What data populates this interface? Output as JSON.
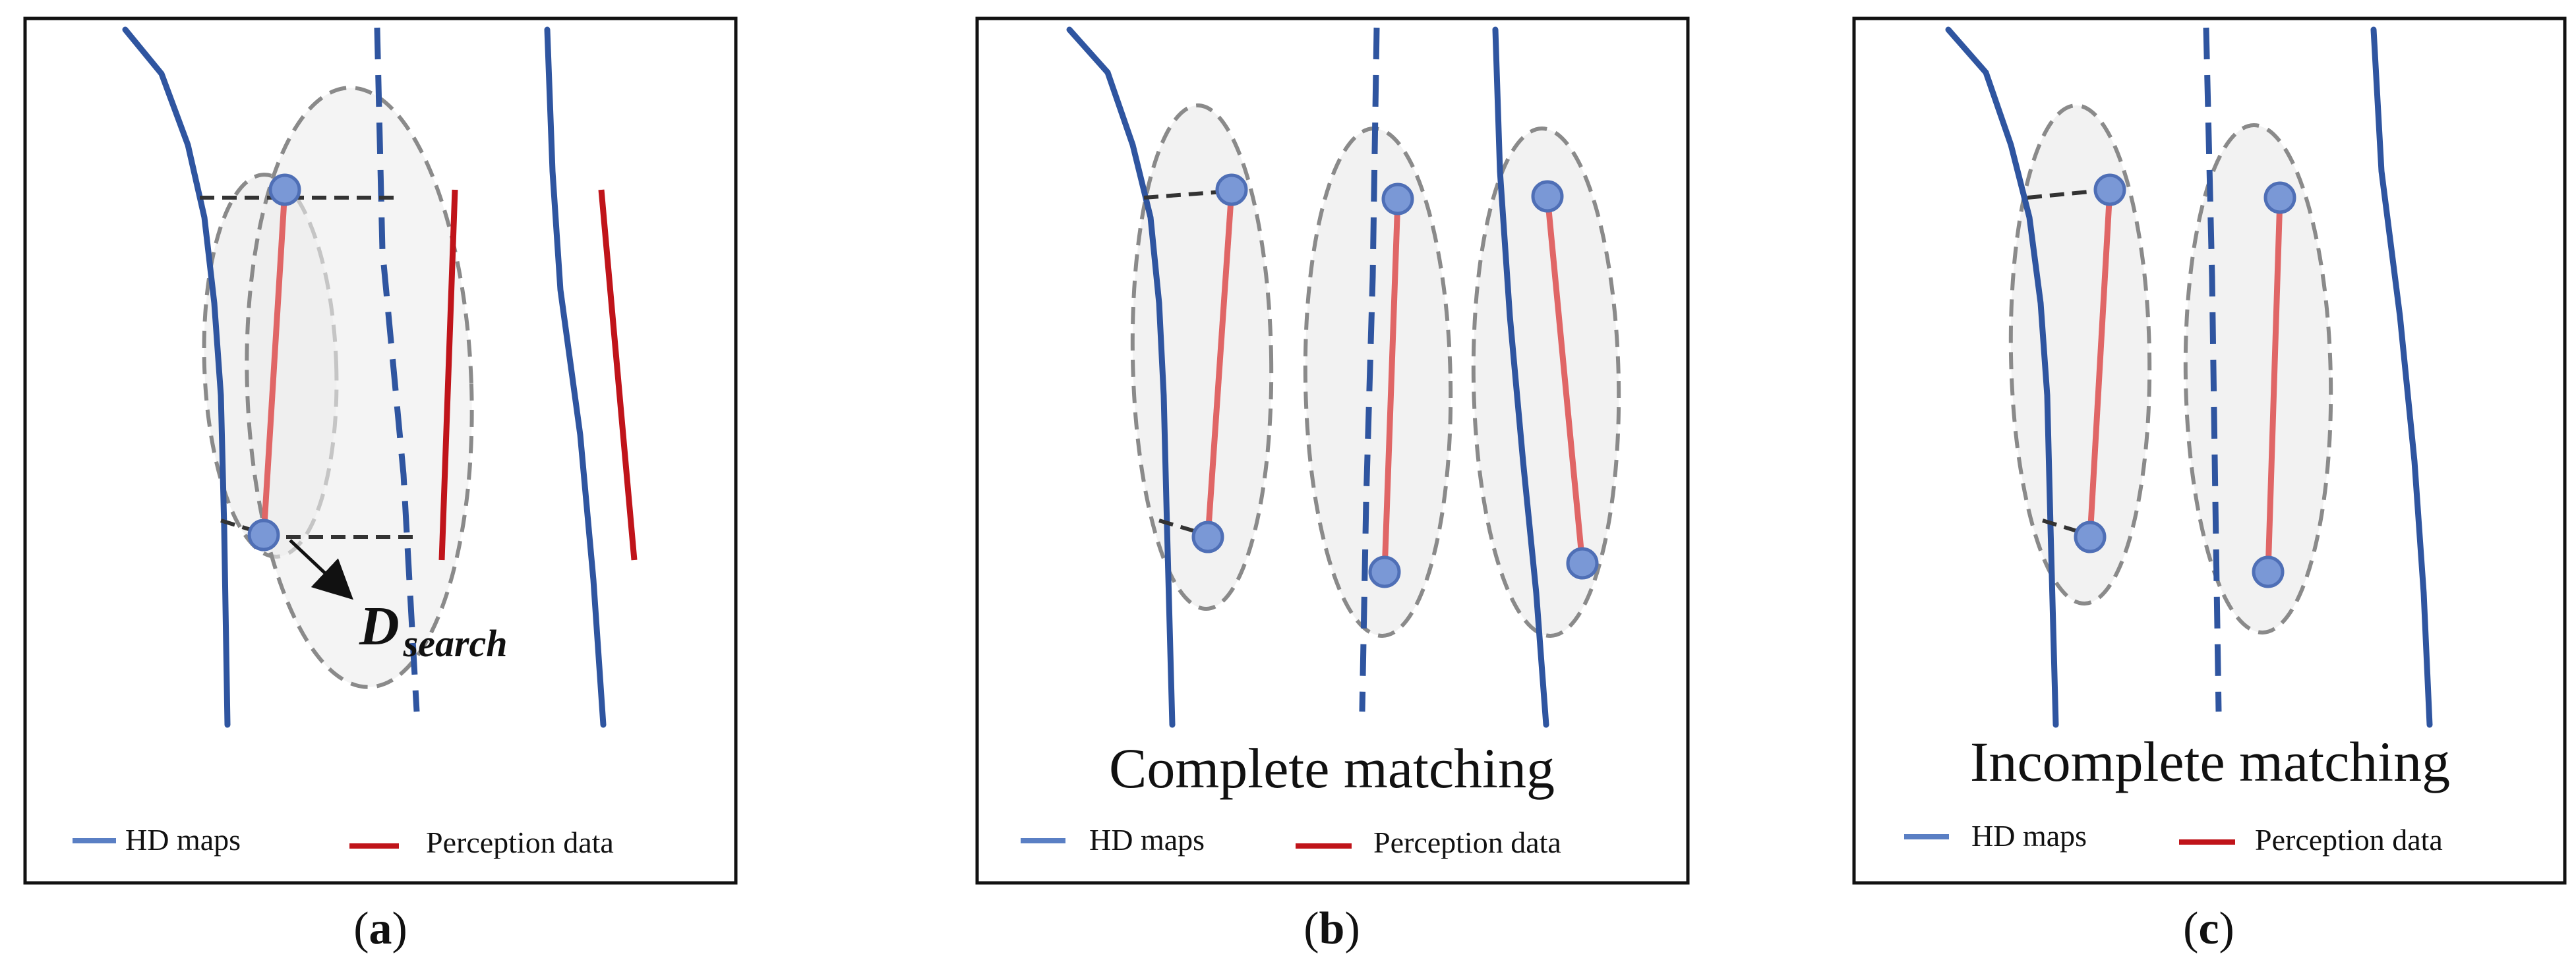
{
  "panels": {
    "a": {
      "label_open": "(",
      "label_letter": "a",
      "label_close": ")",
      "annotation_main": "D",
      "annotation_sub": "search",
      "subtitle": "",
      "legend": {
        "hd": "HD maps",
        "perception": "Perception data"
      }
    },
    "b": {
      "label_open": "(",
      "label_letter": "b",
      "label_close": ")",
      "subtitle": "Complete matching",
      "legend": {
        "hd": "HD maps",
        "perception": "Perception data"
      }
    },
    "c": {
      "label_open": "(",
      "label_letter": "c",
      "label_close": ")",
      "subtitle": "Incomplete matching",
      "legend": {
        "hd": "HD maps",
        "perception": "Perception data"
      }
    }
  },
  "colors": {
    "hd_line": "#2f55a0",
    "hd_line_light": "#6a88c2",
    "perception_line": "#c0141a",
    "segment": "#e06666",
    "node_fill": "#7a98d6",
    "node_stroke": "#4f6fb6",
    "ellipse_stroke": "#8a8a8a",
    "ellipse_fill": "#ededed",
    "frame": "#111111",
    "connector": "#333333"
  }
}
